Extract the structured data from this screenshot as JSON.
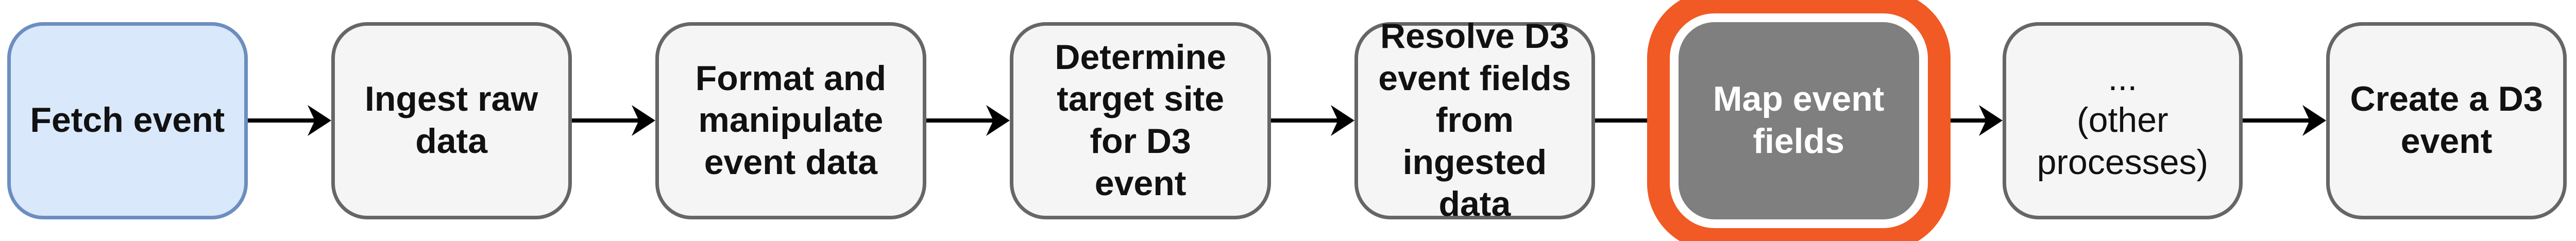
{
  "steps": [
    {
      "label": "Fetch event",
      "style": "start"
    },
    {
      "label": "Ingest raw data"
    },
    {
      "label": "Format and manipulate event data"
    },
    {
      "label": "Determine target site for D3 event"
    },
    {
      "label": "Resolve D3 event fields from ingested data"
    },
    {
      "label": "Map event fields",
      "style": "highlighted"
    },
    {
      "label": "...",
      "sublabel": "(other processes)"
    },
    {
      "label": "Create a D3 event"
    }
  ],
  "colors": {
    "start_fill": "#dae8fc",
    "start_stroke": "#6c8ebf",
    "default_fill": "#f5f5f5",
    "default_stroke": "#666666",
    "highlight_fill": "#7f7f7f",
    "highlight_ring": "#f15a24"
  }
}
